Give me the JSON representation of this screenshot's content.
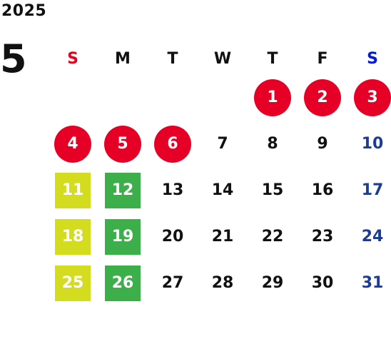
{
  "calendar": {
    "year": "2025",
    "month": "5",
    "weekdays": [
      "S",
      "M",
      "T",
      "W",
      "T",
      "F",
      "S"
    ],
    "colors": {
      "sunday_header": "#e8001c",
      "saturday_header": "#0019d6",
      "saturday_dates": "#1d3c96",
      "holiday_circle": "#e60026",
      "highlight_lime": "#d4dc1f",
      "highlight_green": "#3caf4a"
    },
    "days": [
      {
        "n": "1",
        "style": "holiday"
      },
      {
        "n": "2",
        "style": "holiday"
      },
      {
        "n": "3",
        "style": "holiday"
      },
      {
        "n": "4",
        "style": "holiday"
      },
      {
        "n": "5",
        "style": "holiday"
      },
      {
        "n": "6",
        "style": "holiday"
      },
      {
        "n": "7",
        "style": ""
      },
      {
        "n": "8",
        "style": ""
      },
      {
        "n": "9",
        "style": ""
      },
      {
        "n": "10",
        "style": "sat"
      },
      {
        "n": "11",
        "style": "lime"
      },
      {
        "n": "12",
        "style": "green"
      },
      {
        "n": "13",
        "style": ""
      },
      {
        "n": "14",
        "style": ""
      },
      {
        "n": "15",
        "style": ""
      },
      {
        "n": "16",
        "style": ""
      },
      {
        "n": "17",
        "style": "sat"
      },
      {
        "n": "18",
        "style": "lime"
      },
      {
        "n": "19",
        "style": "green"
      },
      {
        "n": "20",
        "style": ""
      },
      {
        "n": "21",
        "style": ""
      },
      {
        "n": "22",
        "style": ""
      },
      {
        "n": "23",
        "style": ""
      },
      {
        "n": "24",
        "style": "sat"
      },
      {
        "n": "25",
        "style": "lime"
      },
      {
        "n": "26",
        "style": "green"
      },
      {
        "n": "27",
        "style": ""
      },
      {
        "n": "28",
        "style": ""
      },
      {
        "n": "29",
        "style": ""
      },
      {
        "n": "30",
        "style": ""
      },
      {
        "n": "31",
        "style": "sat"
      }
    ]
  }
}
